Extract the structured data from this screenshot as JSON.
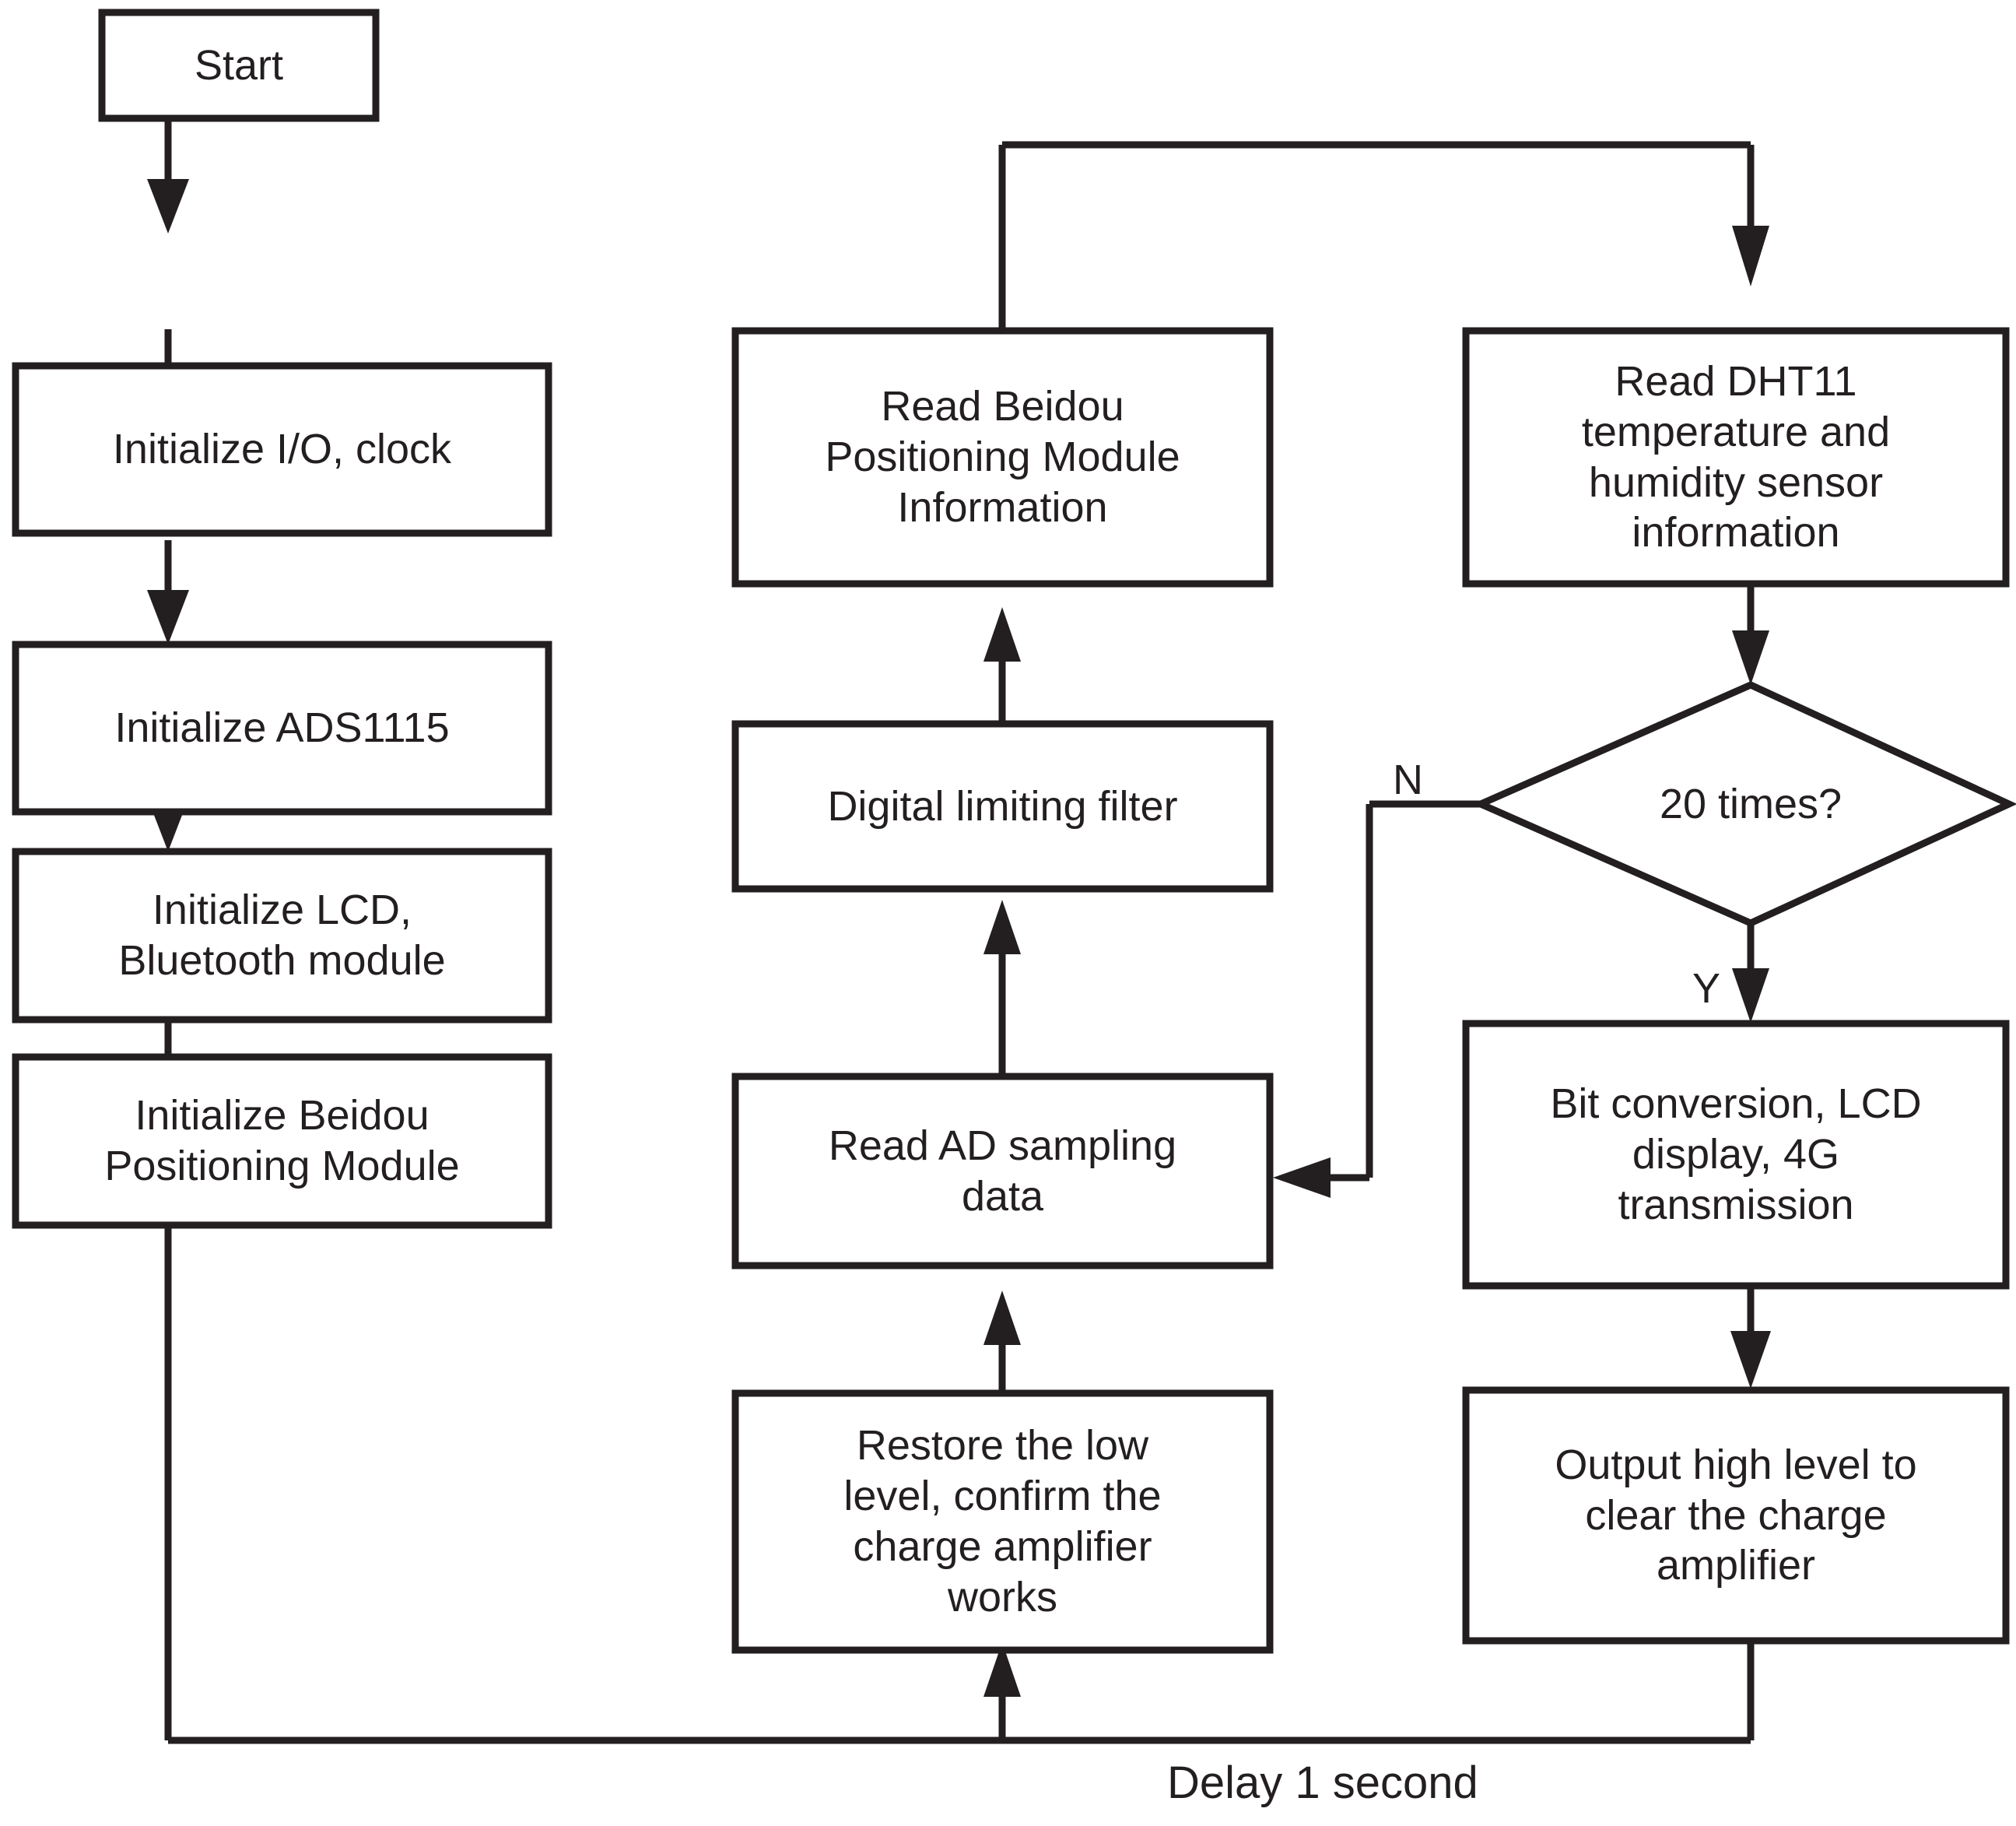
{
  "diagram": {
    "type": "flowchart",
    "title": "",
    "colors": {
      "stroke": "#231f20",
      "fill": "#ffffff",
      "background": "#ffffff"
    },
    "nodes": [
      {
        "id": "start",
        "shape": "rectangle",
        "label": "Start"
      },
      {
        "id": "init_io",
        "shape": "rectangle",
        "label": "Initialize I/O, clock"
      },
      {
        "id": "init_ads",
        "shape": "rectangle",
        "label": "Initialize ADS1115"
      },
      {
        "id": "init_lcd",
        "shape": "rectangle",
        "label": "Initialize LCD,\nBluetooth module"
      },
      {
        "id": "init_beidou",
        "shape": "rectangle",
        "label": "Initialize Beidou\nPositioning Module"
      },
      {
        "id": "read_beidou",
        "shape": "rectangle",
        "label": "Read Beidou\nPositioning Module\nInformation"
      },
      {
        "id": "filter",
        "shape": "rectangle",
        "label": "Digital limiting filter"
      },
      {
        "id": "read_ad",
        "shape": "rectangle",
        "label": "Read AD sampling\ndata"
      },
      {
        "id": "restore_low",
        "shape": "rectangle",
        "label": "Restore the low\nlevel, confirm the\ncharge amplifier\nworks"
      },
      {
        "id": "read_dht11",
        "shape": "rectangle",
        "label": "Read DHT11\ntemperature and\nhumidity sensor\ninformation"
      },
      {
        "id": "twenty_times",
        "shape": "diamond",
        "label": "20 times?"
      },
      {
        "id": "bit_conv",
        "shape": "rectangle",
        "label": "Bit conversion, LCD\ndisplay, 4G\ntransmission"
      },
      {
        "id": "output_high",
        "shape": "rectangle",
        "label": "Output high level to\nclear the charge\namplifier"
      }
    ],
    "edges": [
      {
        "from": "start",
        "to": "init_io",
        "label": ""
      },
      {
        "from": "init_io",
        "to": "init_ads",
        "label": ""
      },
      {
        "from": "init_ads",
        "to": "init_lcd",
        "label": ""
      },
      {
        "from": "init_lcd",
        "to": "init_beidou",
        "label": ""
      },
      {
        "from": "init_beidou",
        "to": "restore_low",
        "label": "Delay 1 second"
      },
      {
        "from": "restore_low",
        "to": "read_ad",
        "label": ""
      },
      {
        "from": "read_ad",
        "to": "filter",
        "label": ""
      },
      {
        "from": "filter",
        "to": "read_beidou",
        "label": ""
      },
      {
        "from": "read_beidou",
        "to": "read_dht11",
        "label": ""
      },
      {
        "from": "read_dht11",
        "to": "twenty_times",
        "label": ""
      },
      {
        "from": "twenty_times",
        "to": "read_ad",
        "label": "N"
      },
      {
        "from": "twenty_times",
        "to": "bit_conv",
        "label": "Y"
      },
      {
        "from": "bit_conv",
        "to": "output_high",
        "label": ""
      },
      {
        "from": "output_high",
        "to": "restore_low",
        "label": "Delay 1 second"
      }
    ],
    "edge_labels": {
      "no_branch": "N",
      "yes_branch": "Y",
      "delay": "Delay 1 second"
    }
  }
}
